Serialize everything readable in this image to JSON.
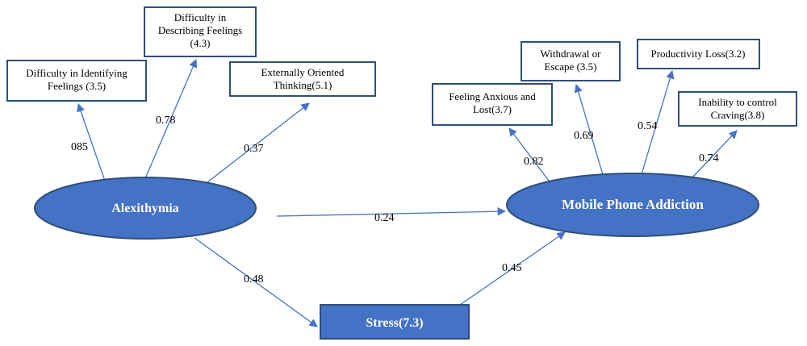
{
  "nodes": {
    "alexithymia": {
      "label": "Alexithymia"
    },
    "mobile_phone_addiction": {
      "label": "Mobile Phone Addiction"
    },
    "stress": {
      "label": "Stress(7.3)"
    }
  },
  "indicators": {
    "difficulty_identifying": {
      "lines": [
        "Difficulty in Identifying",
        "Feelings (3.5)"
      ]
    },
    "difficulty_describing": {
      "lines": [
        "Difficulty in",
        "Describing Feelings",
        "(4.3)"
      ]
    },
    "externally_oriented": {
      "lines": [
        "Externally Oriented",
        "Thinking(5.1)"
      ]
    },
    "feeling_anxious": {
      "lines": [
        "Feeling Anxious and",
        "Lost(3.7)"
      ]
    },
    "withdrawal_escape": {
      "lines": [
        "Withdrawal or",
        "Escape (3.5)"
      ]
    },
    "productivity_loss": {
      "lines": [
        "Productivity Loss(3.2)"
      ]
    },
    "inability_control": {
      "lines": [
        "Inability to control",
        "Craving(3.8)"
      ]
    }
  },
  "coefficients": {
    "alex_identifying": "085",
    "alex_describing": "0.78",
    "alex_external": "0.37",
    "alex_mpa": "0.24",
    "alex_stress": "0.48",
    "stress_mpa": "0.45",
    "mpa_anxious": "0.82",
    "mpa_withdrawal": "0.69",
    "mpa_productivity": "0.54",
    "mpa_inability": "0.74"
  },
  "colors": {
    "node_fill": "#4472c4",
    "node_border": "#2f4f7a",
    "edge": "#4472c4",
    "box_border": "#2f4f7a"
  }
}
